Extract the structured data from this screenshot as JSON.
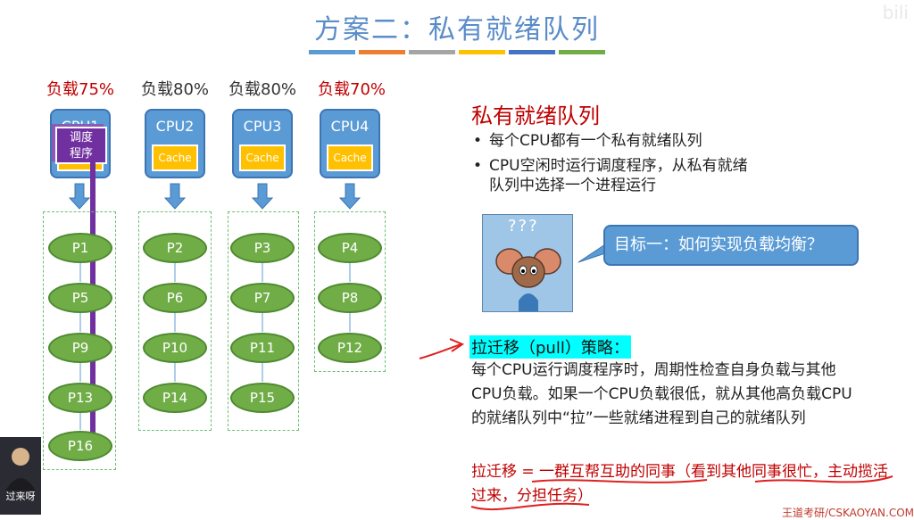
{
  "title": "方案二：私有就绪队列",
  "watermark": "bili",
  "title_bar_colors": [
    "#5b9bd5",
    "#ed7d31",
    "#a5a5a5",
    "#ffc000",
    "#4472c4",
    "#70ad47"
  ],
  "loads": [
    {
      "text": "负载75%",
      "color": "#c00000"
    },
    {
      "text": "负载80%",
      "color": "#333333"
    },
    {
      "text": "负载80%",
      "color": "#333333"
    },
    {
      "text": "负载70%",
      "color": "#c00000"
    }
  ],
  "cpus": [
    {
      "name": "CPU1",
      "cache": "Cache"
    },
    {
      "name": "CPU2",
      "cache": "Cache"
    },
    {
      "name": "CPU3",
      "cache": "Cache"
    },
    {
      "name": "CPU4",
      "cache": "Cache"
    }
  ],
  "scheduler_label": "调度\n程序",
  "queues": [
    [
      "P1",
      "P5",
      "P9",
      "P13",
      "P16"
    ],
    [
      "P2",
      "P6",
      "P10",
      "P14"
    ],
    [
      "P3",
      "P7",
      "P11",
      "P15"
    ],
    [
      "P4",
      "P8",
      "P12"
    ]
  ],
  "section_heading": "私有就绪队列",
  "bullets": [
    "每个CPU都有一个私有就绪队列",
    "CPU空闲时运行调度程序，从私有就绪",
    "队列中选择一个进程运行"
  ],
  "question_marks": "???",
  "goal": "目标一：如何实现负载均衡？",
  "pull_title": "拉迁移（pull）策略：",
  "pull_body": "每个CPU运行调度程序时，周期性检查自身负载与其他CPU负载。如果一个CPU负载很低，就从其他高负载CPU的就绪队列中“拉”一些就绪进程到自己的就绪队列",
  "analogy": "拉迁移 = 一群互帮互助的同事（看到其他同事很忙，主动揽活过来，分担任务）",
  "presenter_caption": "过来呀",
  "footer_mark": "王道考研/CSKAOYAN.COM"
}
